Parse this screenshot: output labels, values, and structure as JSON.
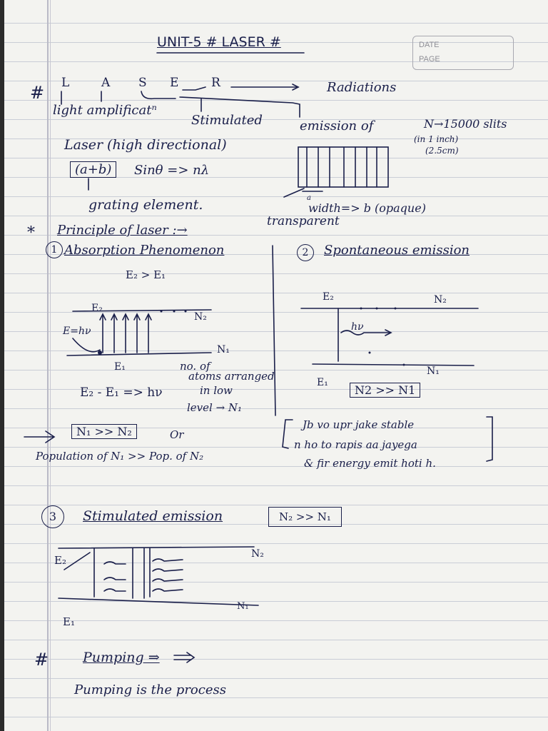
{
  "header": {
    "title": "UNIT-5 # LASER #",
    "date_label": "DATE",
    "page_label": "PAGE"
  },
  "acronym": {
    "hash": "#",
    "letters": [
      "L",
      "A",
      "S",
      "E",
      "R"
    ],
    "radiations": "Radiations",
    "light_amplification": "light amplificatⁿ",
    "stimulated": "Stimulated",
    "emission_of": "emission of"
  },
  "intro": {
    "high_directional": "Laser (high directional)",
    "grating_formula": "(a+b)",
    "grating_rest": "Sinθ => nλ",
    "grating_element": "grating element.",
    "slits_note": "N→15000 slits",
    "slits_sub1": "(in 1 inch)",
    "slits_sub2": "(2.5cm)",
    "width_note": "width=> b (opaque)",
    "a_label": "a",
    "transparent": "transparent"
  },
  "principle": {
    "star": "*",
    "heading": "Principle of laser :→"
  },
  "absorption": {
    "num": "1",
    "title": "Absorption Phenomenon",
    "e2_gt_e1": "E₂ > E₁",
    "e2": "E₂",
    "e1": "E₁",
    "n2": "N₂",
    "n1": "N₁",
    "e_hv": "E=hν",
    "e2_e1": "E₂ - E₁ => hν",
    "atoms_note_1": "no. of",
    "atoms_note_2": "atoms arranged",
    "atoms_note_3": "in low",
    "atoms_note_4": "level → N₁",
    "n1_n2": "N₁ >> N₂",
    "or": "Or",
    "population": "Population of N₁ >> Pop. of N₂"
  },
  "spontaneous": {
    "num": "2",
    "title": "Spontaneous emission",
    "e2": "E₂",
    "n2": "N₂",
    "hv": "hν",
    "e1": "E₁",
    "n1": "N₁",
    "n2_n1": "N2 >> N1",
    "note_1": "Jb vo upr jake stable",
    "note_2": "n ho to rapis aa jayega",
    "note_3": "& fir energy emit hoti h."
  },
  "stimulated": {
    "num": "3",
    "title": "Stimulated emission",
    "n2_n1": "N₂ >> N₁",
    "e2": "E₂",
    "n2": "N₂",
    "e1": "E₁",
    "n1": "N₁"
  },
  "pumping": {
    "hash": "#",
    "title": "Pumping ⇒",
    "text": "Pumping is the process"
  }
}
